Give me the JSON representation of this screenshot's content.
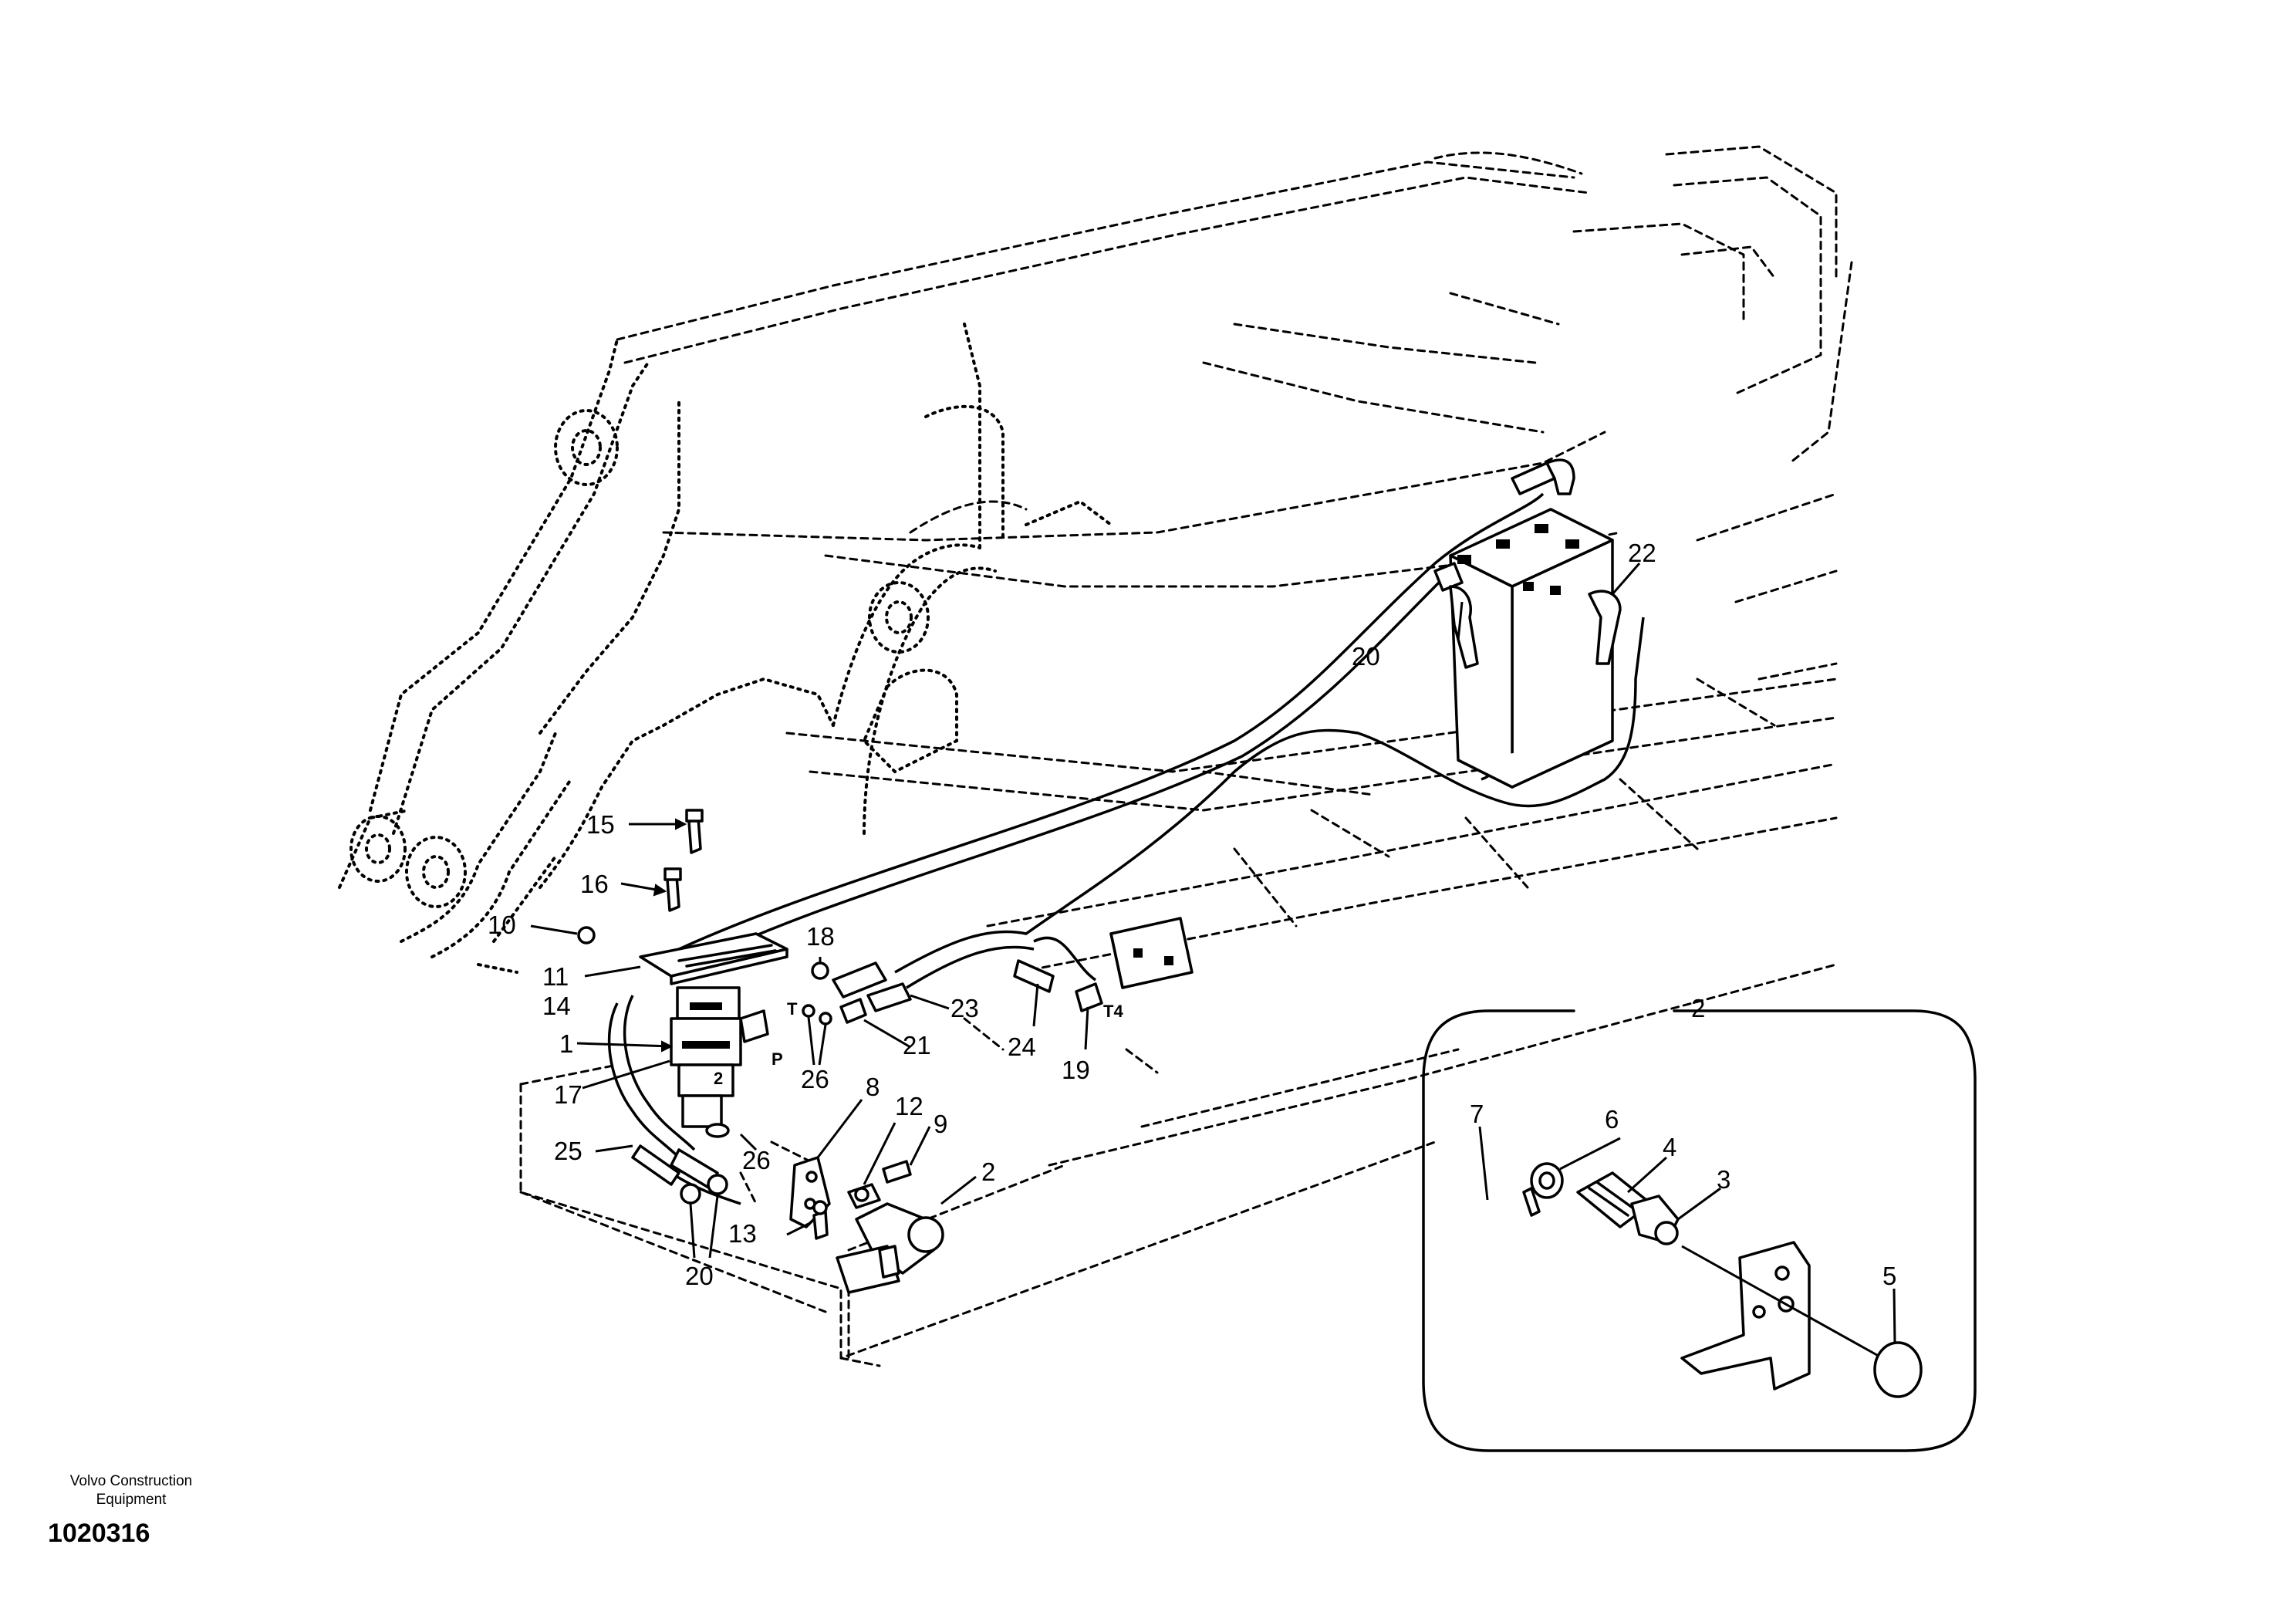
{
  "drawing": {
    "publisher": "Volvo Construction Equipment",
    "number": "1020316"
  },
  "callouts": {
    "c1": "1",
    "c2": "2",
    "c8": "8",
    "c9": "9",
    "c10": "10",
    "c11": "11",
    "c12": "12",
    "c13": "13",
    "c14": "14",
    "c15": "15",
    "c16": "16",
    "c17": "17",
    "c18": "18",
    "c19": "19",
    "c20a": "20",
    "c20b": "20",
    "c21": "21",
    "c22": "22",
    "c23": "23",
    "c24": "24",
    "c25": "25",
    "c26a": "26",
    "c26b": "26"
  },
  "ports": {
    "t": "T",
    "p": "P",
    "two": "2",
    "t4": "T4"
  },
  "detail": {
    "title": "2",
    "callouts": {
      "c3": "3",
      "c4": "4",
      "c5": "5",
      "c6": "6",
      "c7": "7"
    }
  }
}
